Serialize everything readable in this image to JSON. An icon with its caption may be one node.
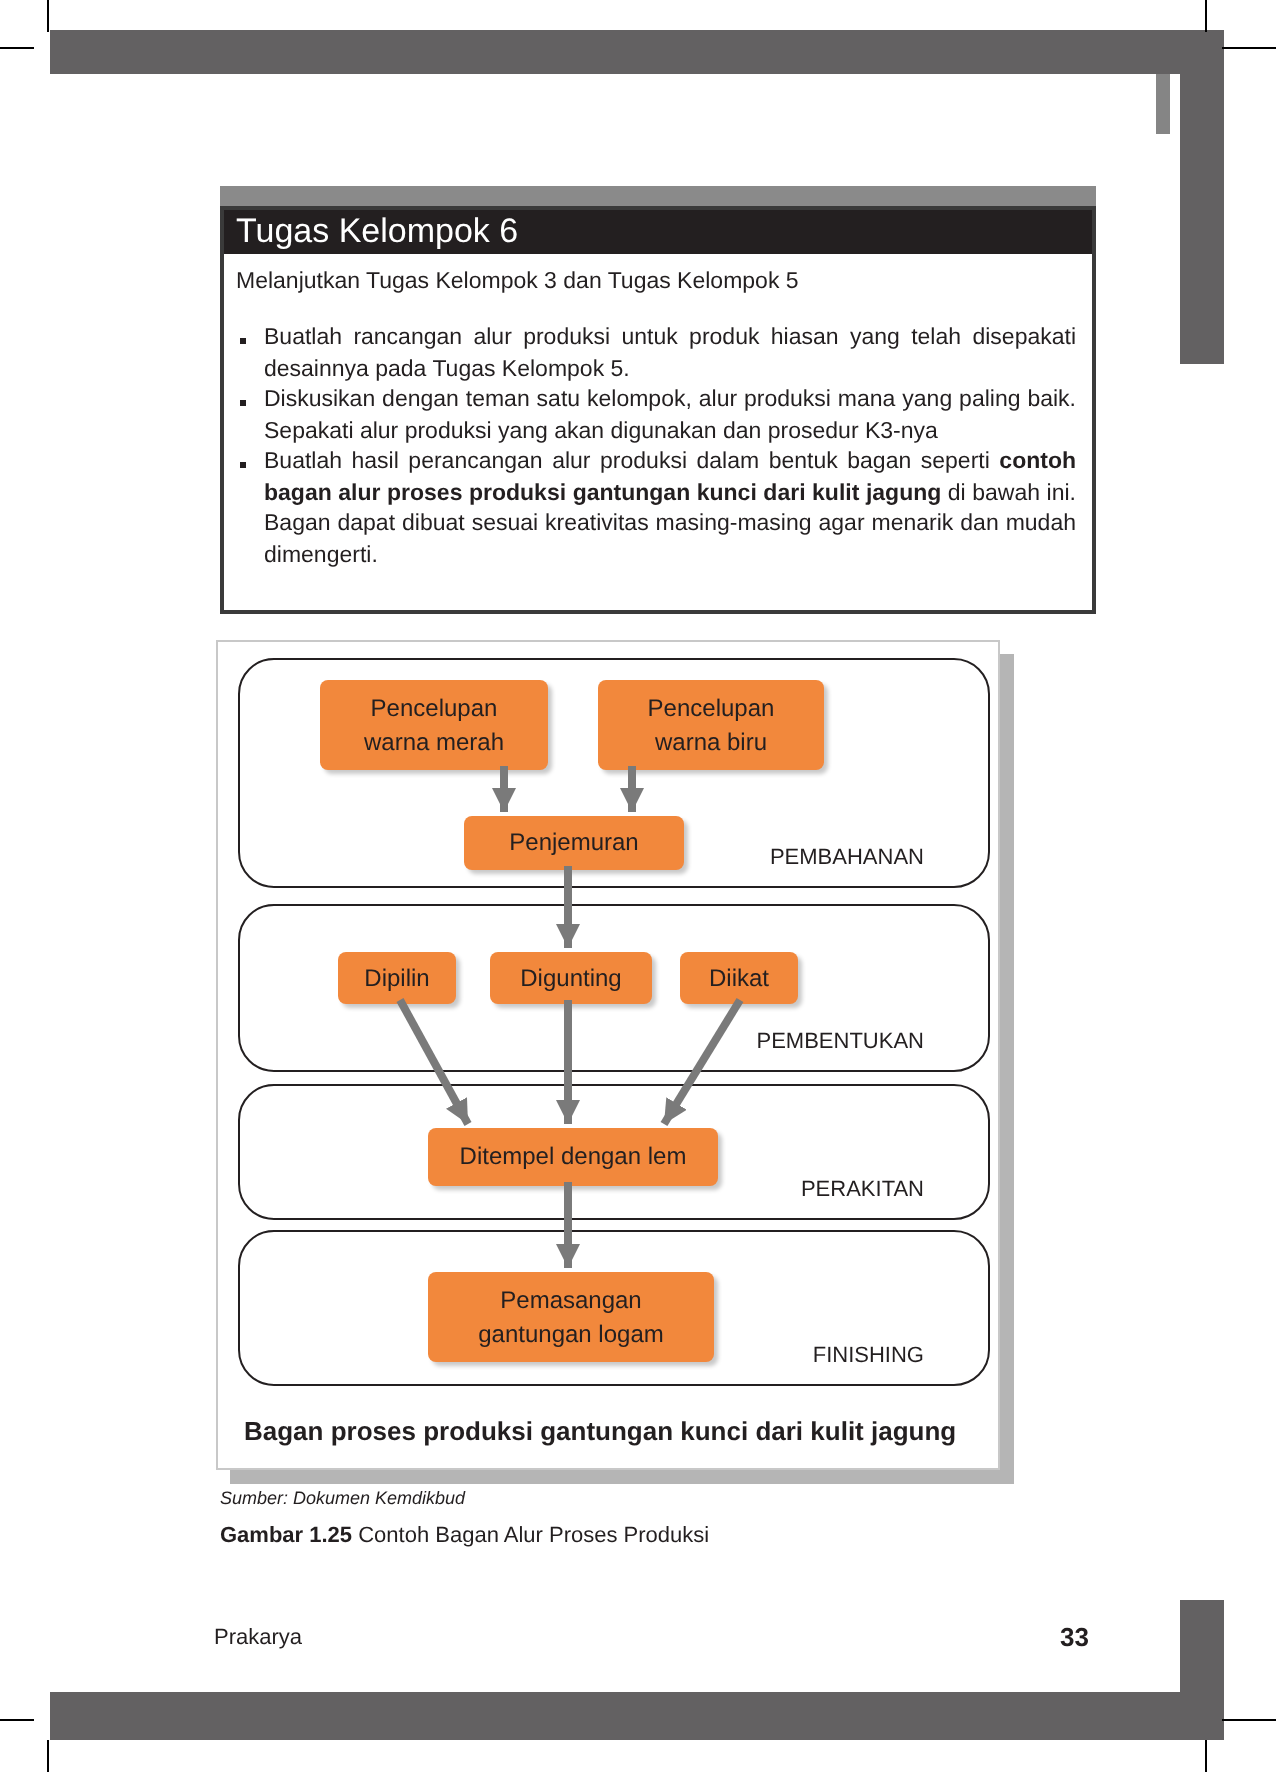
{
  "diagram": {
    "nodes": [
      {
        "text": [
          "Tugas Kelompok 6",
          "Melanjutkan Tugas Kelompok 3 dan Tugas Kelompok 5",
          "Buatlah rancangan alur produksi untuk produk hiasan yang telah disepakati desainnya pada Tugas Kelompok 5.",
          "Diskusikan dengan teman satu kelompok, alur produksi mana yang paling baik. Sepakati alur produksi yang akan digunakan dan prosedur K3-nya",
          "Buatlah hasil perancangan alur produksi dalam bentuk bagan seperti **contoh bagan alur proses produksi gantungan kunci dari kulit jagung** di bawah ini. Bagan dapat dibuat sesuai kreativitas masing-masing agar menarik dan mudah dimengerti."
        ]
      },
      {
        "text": [
          "Bagan proses produksi gantungan kunci dari kulit jagung"
        ]
      },
      {
        "text": [
          "PEMBAHANAN"
        ],
        "in": 1
      },
      {
        "text": [
          "Pencelupan warna merah"
        ],
        "in": 2
      },
      {
        "text": [
          "Pencelupan warna biru"
        ],
        "in": 2
      },
      {
        "text": [
          "Penjemuran"
        ],
        "in": 2
      },
      {
        "text": [
          "PEMBENTUKAN"
        ],
        "in": 1
      },
      {
        "text": [
          "Dipilin"
        ],
        "in": 6
      },
      {
        "text": [
          "Digunting"
        ],
        "in": 6
      },
      {
        "text": [
          "Diikat"
        ],
        "in": 6
      },
      {
        "text": [
          "PERAKITAN"
        ],
        "in": 1
      },
      {
        "text": [
          "Ditempel dengan lem"
        ],
        "in": 10
      },
      {
        "text": [
          "FINISHING"
        ],
        "in": 1
      },
      {
        "text": [
          "Pemasangan gantungan logam"
        ],
        "in": 12
      }
    ],
    "edges": [
      {
        "from": 3,
        "to": 5,
        "arrow": "to"
      },
      {
        "from": 4,
        "to": 5,
        "arrow": "to"
      },
      {
        "from": 5,
        "to": 8,
        "arrow": "to"
      },
      {
        "from": 7,
        "to": 11,
        "arrow": "to"
      },
      {
        "from": 8,
        "to": 11,
        "arrow": "to"
      },
      {
        "from": 9,
        "to": 11,
        "arrow": "to"
      },
      {
        "from": 11,
        "to": 13,
        "arrow": "to"
      }
    ],
    "labels": [
      "Sumber: Dokumen Kemdikbud",
      "**Gambar 1.25** Contoh Bagan Alur Proses Produksi",
      "Prakarya",
      "33"
    ]
  }
}
